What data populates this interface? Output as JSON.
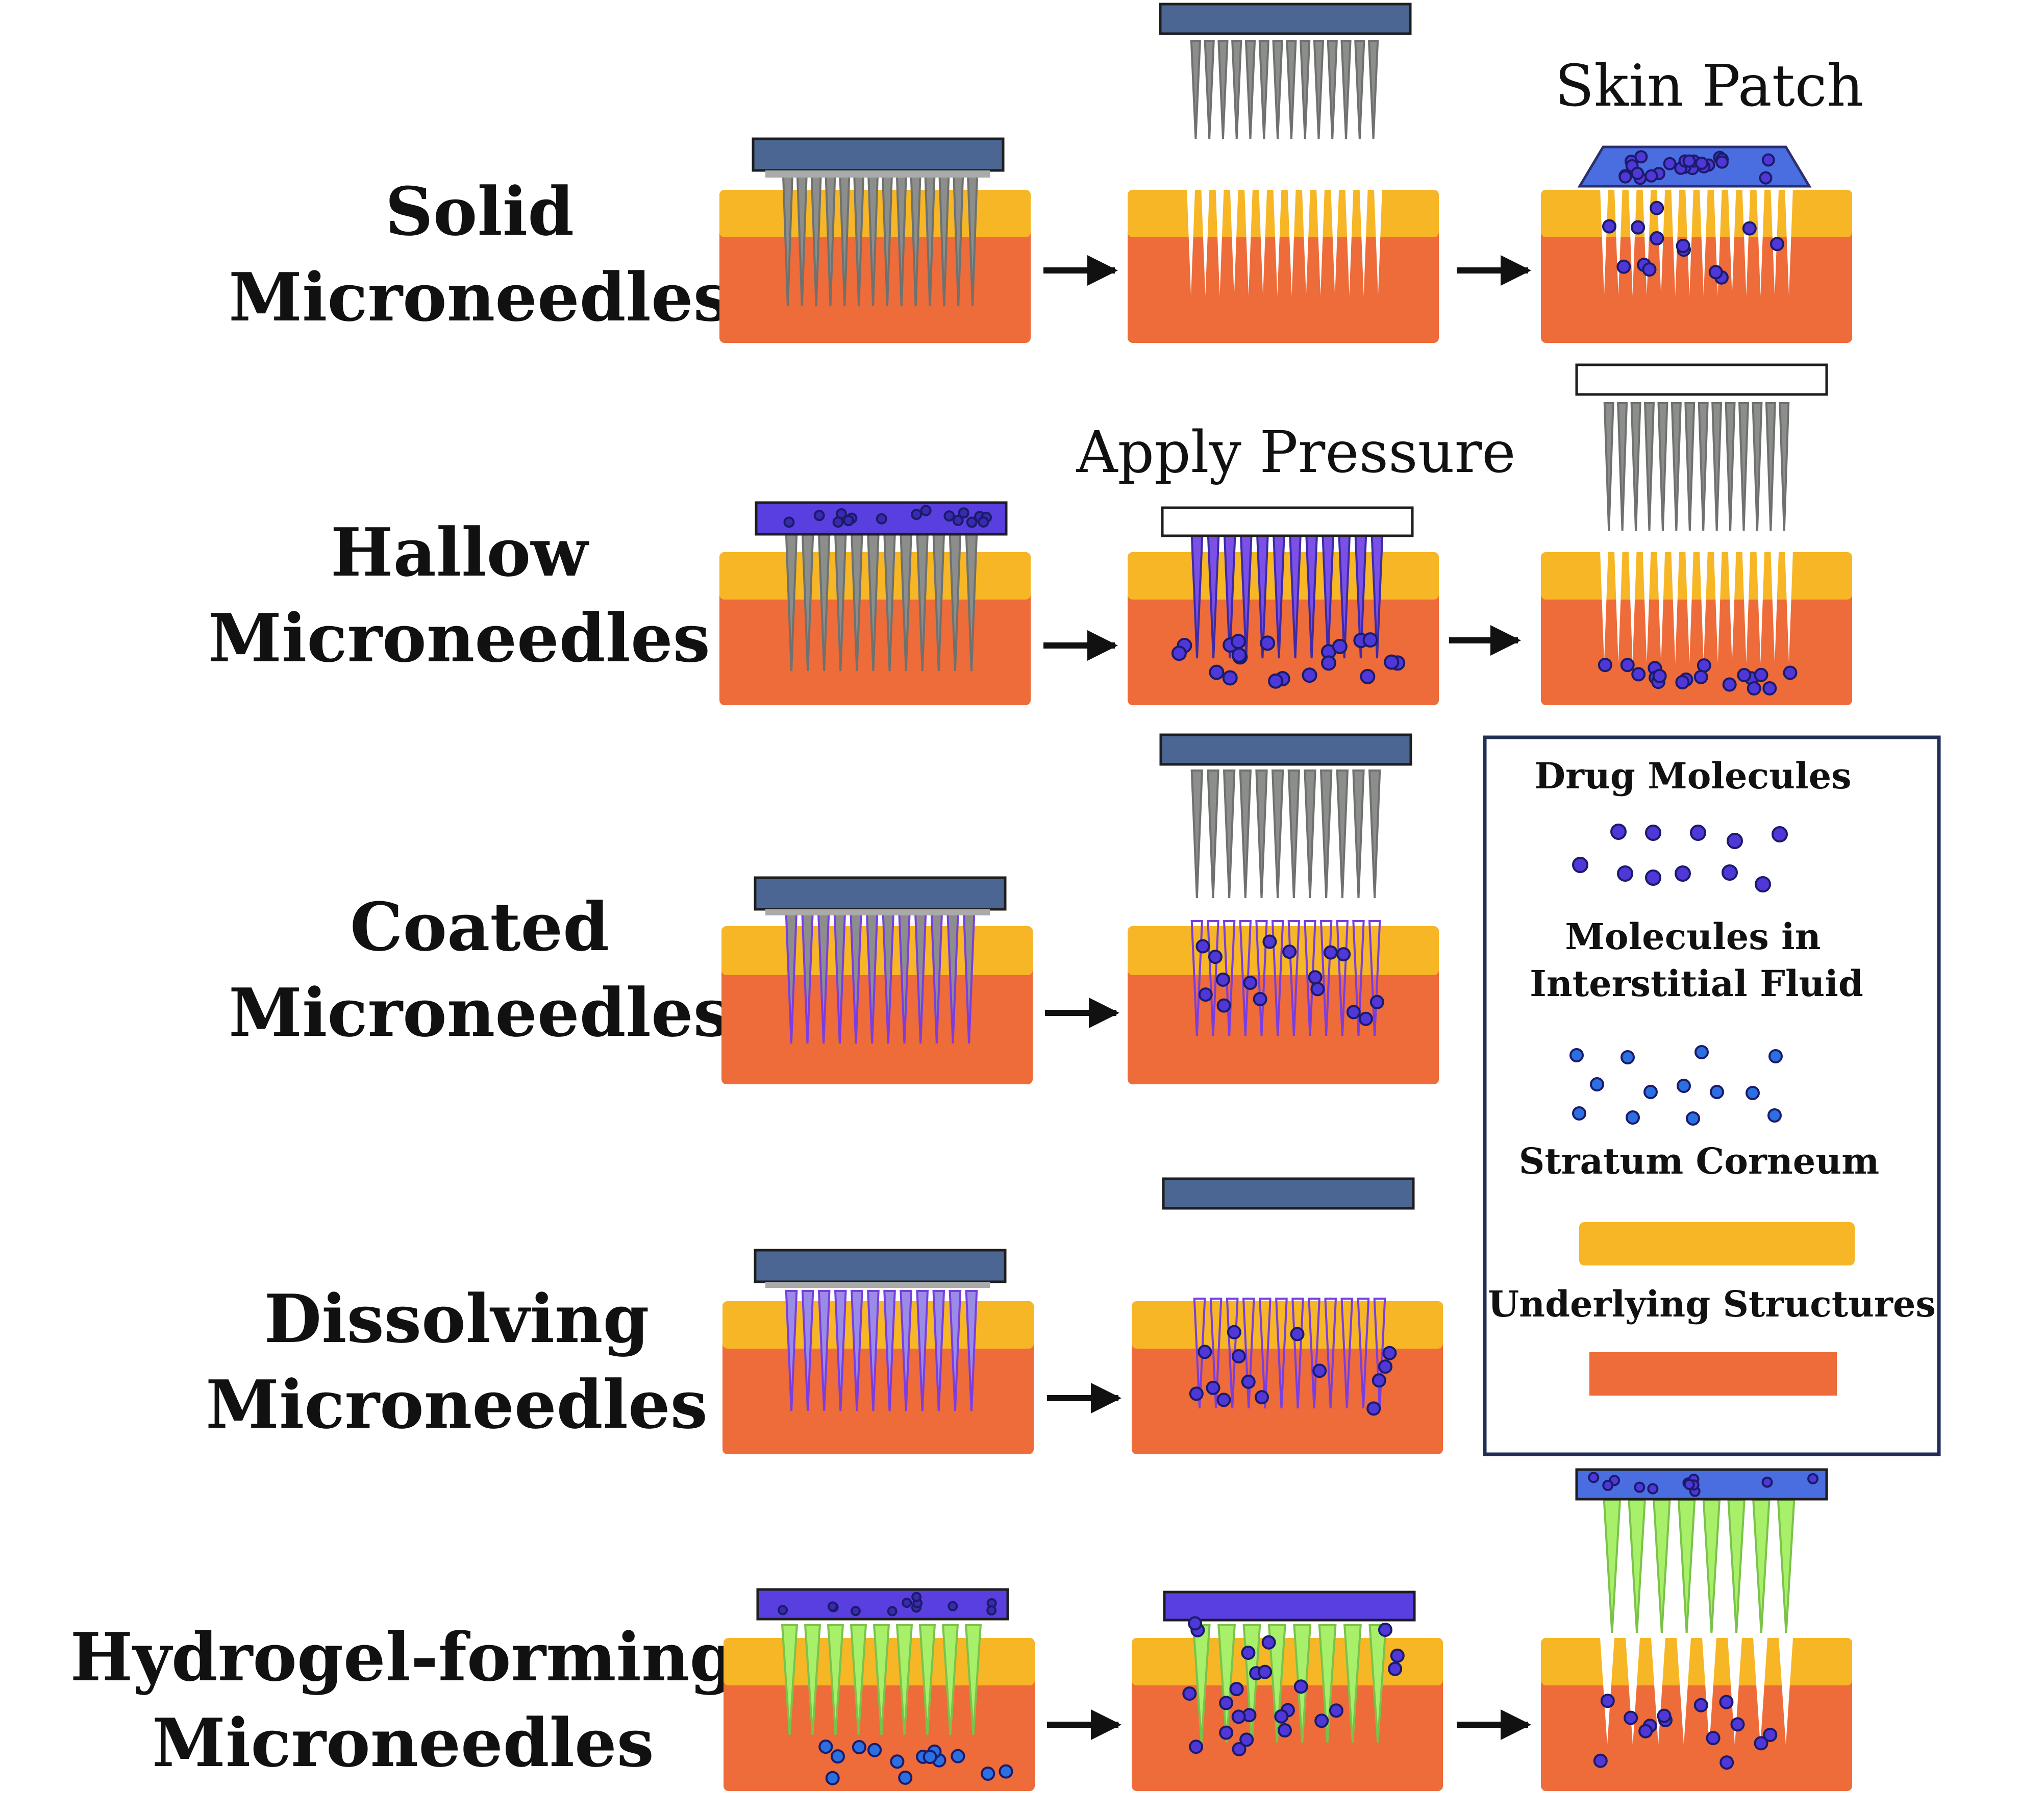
{
  "rows": [
    {
      "title_line1": "Solid",
      "title_line2": "Microneedles"
    },
    {
      "title_line1": "Hallow",
      "title_line2": "Microneedles"
    },
    {
      "title_line1": "Coated",
      "title_line2": "Microneedles"
    },
    {
      "title_line1": "Dissolving",
      "title_line2": "Microneedles"
    },
    {
      "title_line1": "Hydrogel-forming",
      "title_line2": "Microneedles"
    }
  ],
  "annotations": {
    "skin_patch": "Skin Patch",
    "apply_pressure": "Apply Pressure"
  },
  "legend": {
    "drug_molecules": "Drug Molecules",
    "molecules_line1": "Molecules in",
    "molecules_line2": "Interstitial Fluid",
    "stratum_corneum": "Stratum Corneum",
    "underlying_structures": "Underlying Structures"
  },
  "colors": {
    "stratum_corneum": "#f6b625",
    "underlying_structures": "#ee6b3a",
    "backing_plate": "#4b6692",
    "needle_gray": "#8c8e8c",
    "drug_purple": "#4f37d8",
    "interstitial_blue": "#2b6fe0",
    "coating_purple": "#7a3ee0",
    "hydrogel_green": "#a8ef6a",
    "arrow": "#111111"
  }
}
